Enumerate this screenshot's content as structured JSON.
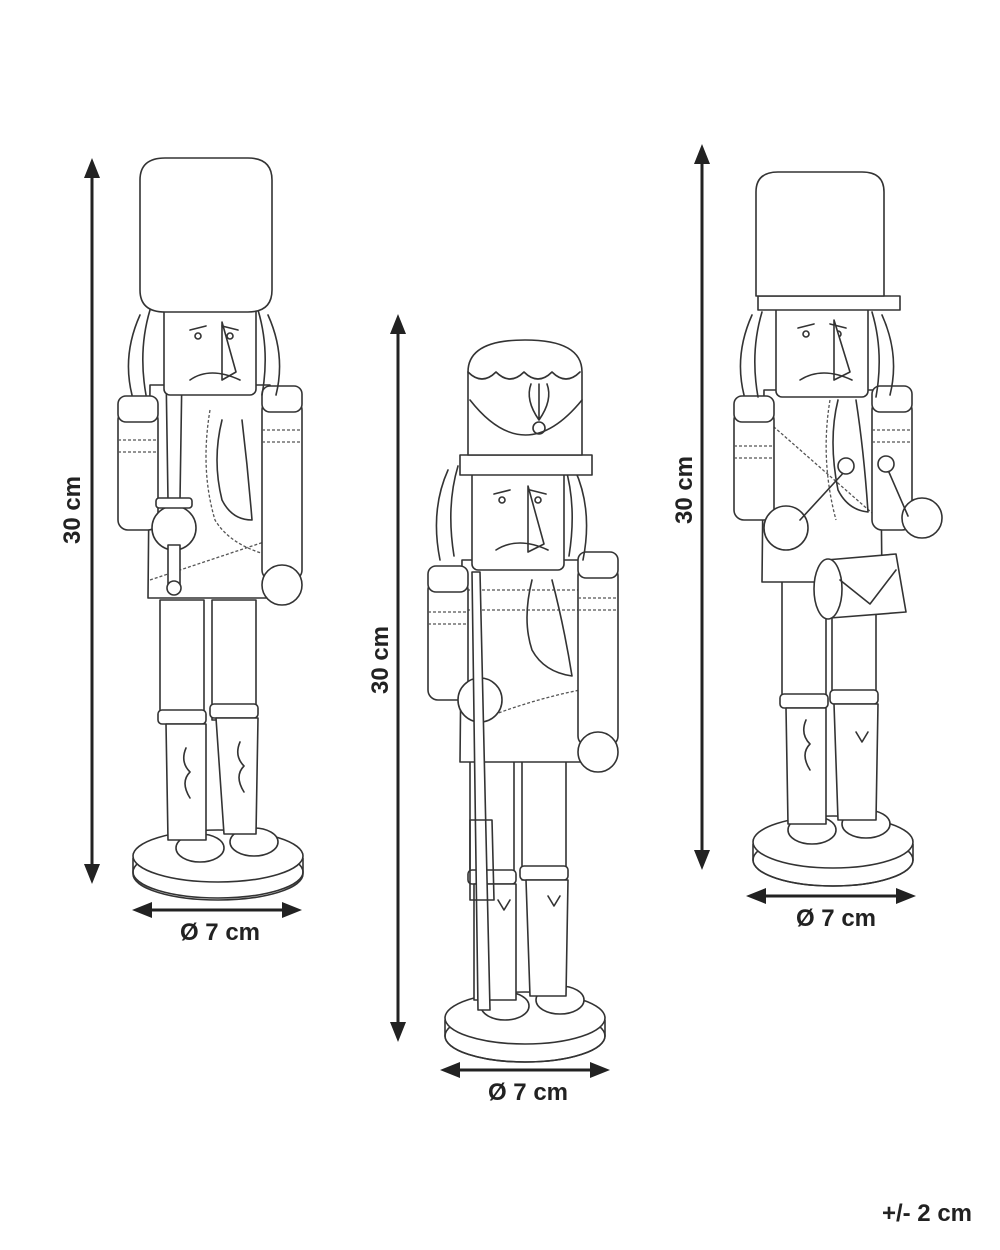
{
  "figures": [
    {
      "id": "left",
      "height_label": "30 cm",
      "diameter_label": "Ø 7 cm"
    },
    {
      "id": "middle",
      "height_label": "30 cm",
      "diameter_label": "Ø 7 cm"
    },
    {
      "id": "right",
      "height_label": "30 cm",
      "diameter_label": "Ø 7 cm"
    }
  ],
  "tolerance": "+/- 2 cm",
  "colors": {
    "line": "#333333",
    "arrow": "#222222",
    "background": "#ffffff"
  }
}
